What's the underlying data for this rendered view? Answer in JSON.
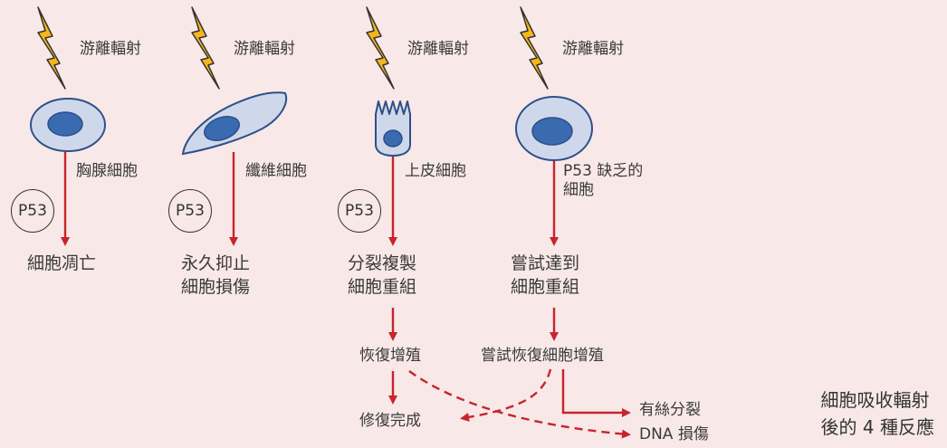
{
  "columns": [
    {
      "radiation": "游離輻射",
      "cell_type": "胸腺細胞",
      "p53": "P53",
      "outcome": "細胞凋亡"
    },
    {
      "radiation": "游離輻射",
      "cell_type": "纖維細胞",
      "p53": "P53",
      "outcome": [
        "永久抑止",
        "細胞損傷"
      ]
    },
    {
      "radiation": "游離輻射",
      "cell_type": "上皮細胞",
      "p53": "P53",
      "outcome": [
        "分裂複製",
        "細胞重組"
      ],
      "step2": "恢復增殖",
      "step3": "修復完成"
    },
    {
      "radiation": "游離輻射",
      "cell_type": [
        "P53 缺乏的",
        "細胞"
      ],
      "outcome": [
        "嘗試達到",
        "細胞重組"
      ],
      "step2": "嘗試恢復細胞增殖",
      "branch_a": "有絲分裂",
      "branch_b": "DNA 損傷"
    }
  ],
  "caption": [
    "細胞吸收輻射",
    "後的 4 種反應"
  ],
  "colors": {
    "background": "#f8e8e8",
    "arrow": "#c8242c",
    "lightning": "#f5b51c",
    "cell_fill": "#cfd8ea",
    "nucleus": "#3a6ab0",
    "outline": "#2d4f8a"
  }
}
